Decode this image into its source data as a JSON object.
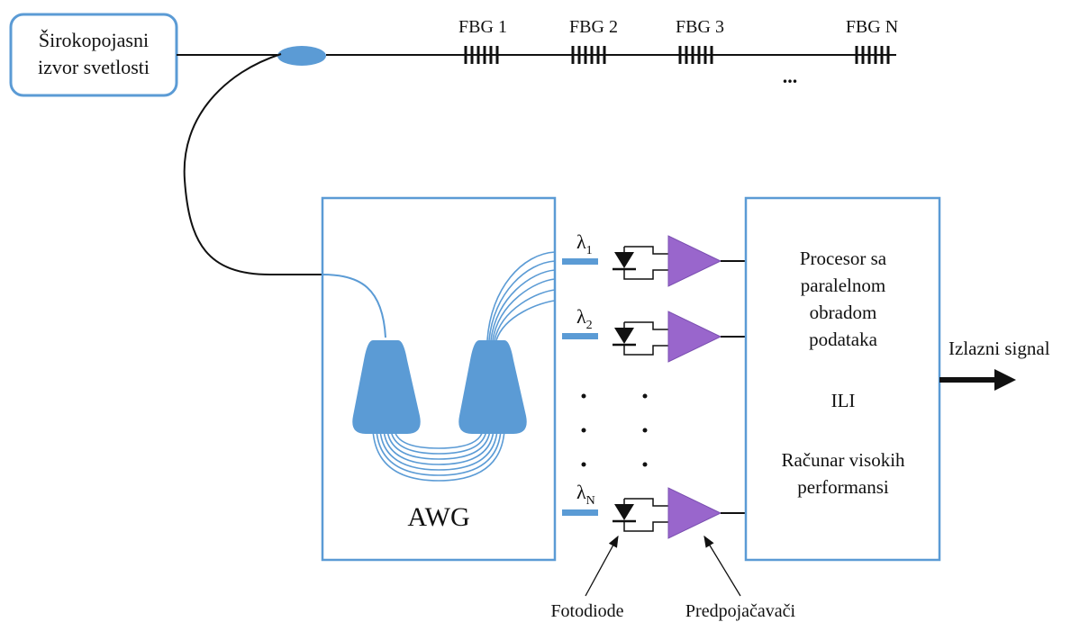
{
  "source_label": [
    "Širokopojasni",
    "izvor svetlosti"
  ],
  "fbg_labels": [
    "FBG 1",
    "FBG 2",
    "FBG 3",
    "FBG N"
  ],
  "fbg_ellipsis": "...",
  "awg_label": "AWG",
  "wavelengths": [
    {
      "base": "λ",
      "sub": "1"
    },
    {
      "base": "λ",
      "sub": "2"
    },
    {
      "base": "λ",
      "sub": "N"
    }
  ],
  "processor_lines": [
    "Procesor sa",
    "paralelnom",
    "obradom",
    "podataka",
    "ILI",
    "Računar visokih",
    "performansi"
  ],
  "output_label": "Izlazni signal",
  "photodiode_label": "Fotodiode",
  "preamp_label": "Predpojačavači",
  "colors": {
    "accent": "#5b9bd5",
    "amplifier": "#9966cc",
    "line": "#111111"
  }
}
